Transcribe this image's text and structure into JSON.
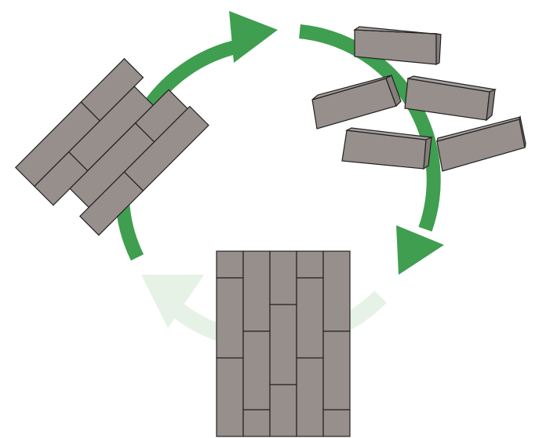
{
  "colors": {
    "arrow_active": "#3f9e4f",
    "arrow_faded": "#e6f2e6",
    "brick": "#978f8c",
    "brick_top": "#a59f9c",
    "brick_side": "#857d7a",
    "outline": "#222222"
  },
  "diagram": {
    "stages": [
      {
        "name": "loose-bricks"
      },
      {
        "name": "stacked-wall"
      },
      {
        "name": "diagonal-stack"
      }
    ],
    "arrows": [
      {
        "from": "diagonal-stack",
        "to": "loose-bricks",
        "state": "active"
      },
      {
        "from": "loose-bricks",
        "to": "stacked-wall",
        "state": "active"
      },
      {
        "from": "stacked-wall",
        "to": "diagonal-stack",
        "state": "faded"
      }
    ]
  }
}
